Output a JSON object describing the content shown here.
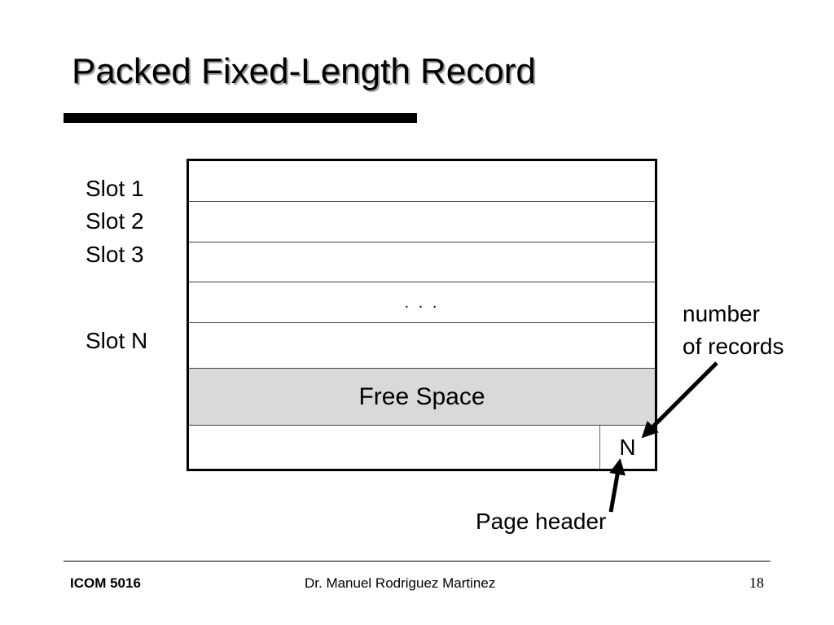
{
  "slide": {
    "title": "Packed Fixed-Length Record"
  },
  "labels": {
    "slot1": "Slot 1",
    "slot2": "Slot 2",
    "slot3": "Slot 3",
    "slotN": "Slot N"
  },
  "page": {
    "ellipsis": ". . .",
    "free_space": "Free Space",
    "record_count": "N"
  },
  "annotations": {
    "number_of_records_line1": "number",
    "number_of_records_line2": "of records",
    "page_header": "Page header"
  },
  "footer": {
    "course": "ICOM 5016",
    "author": "Dr. Manuel Rodriguez Martinez",
    "page_number": "18"
  }
}
